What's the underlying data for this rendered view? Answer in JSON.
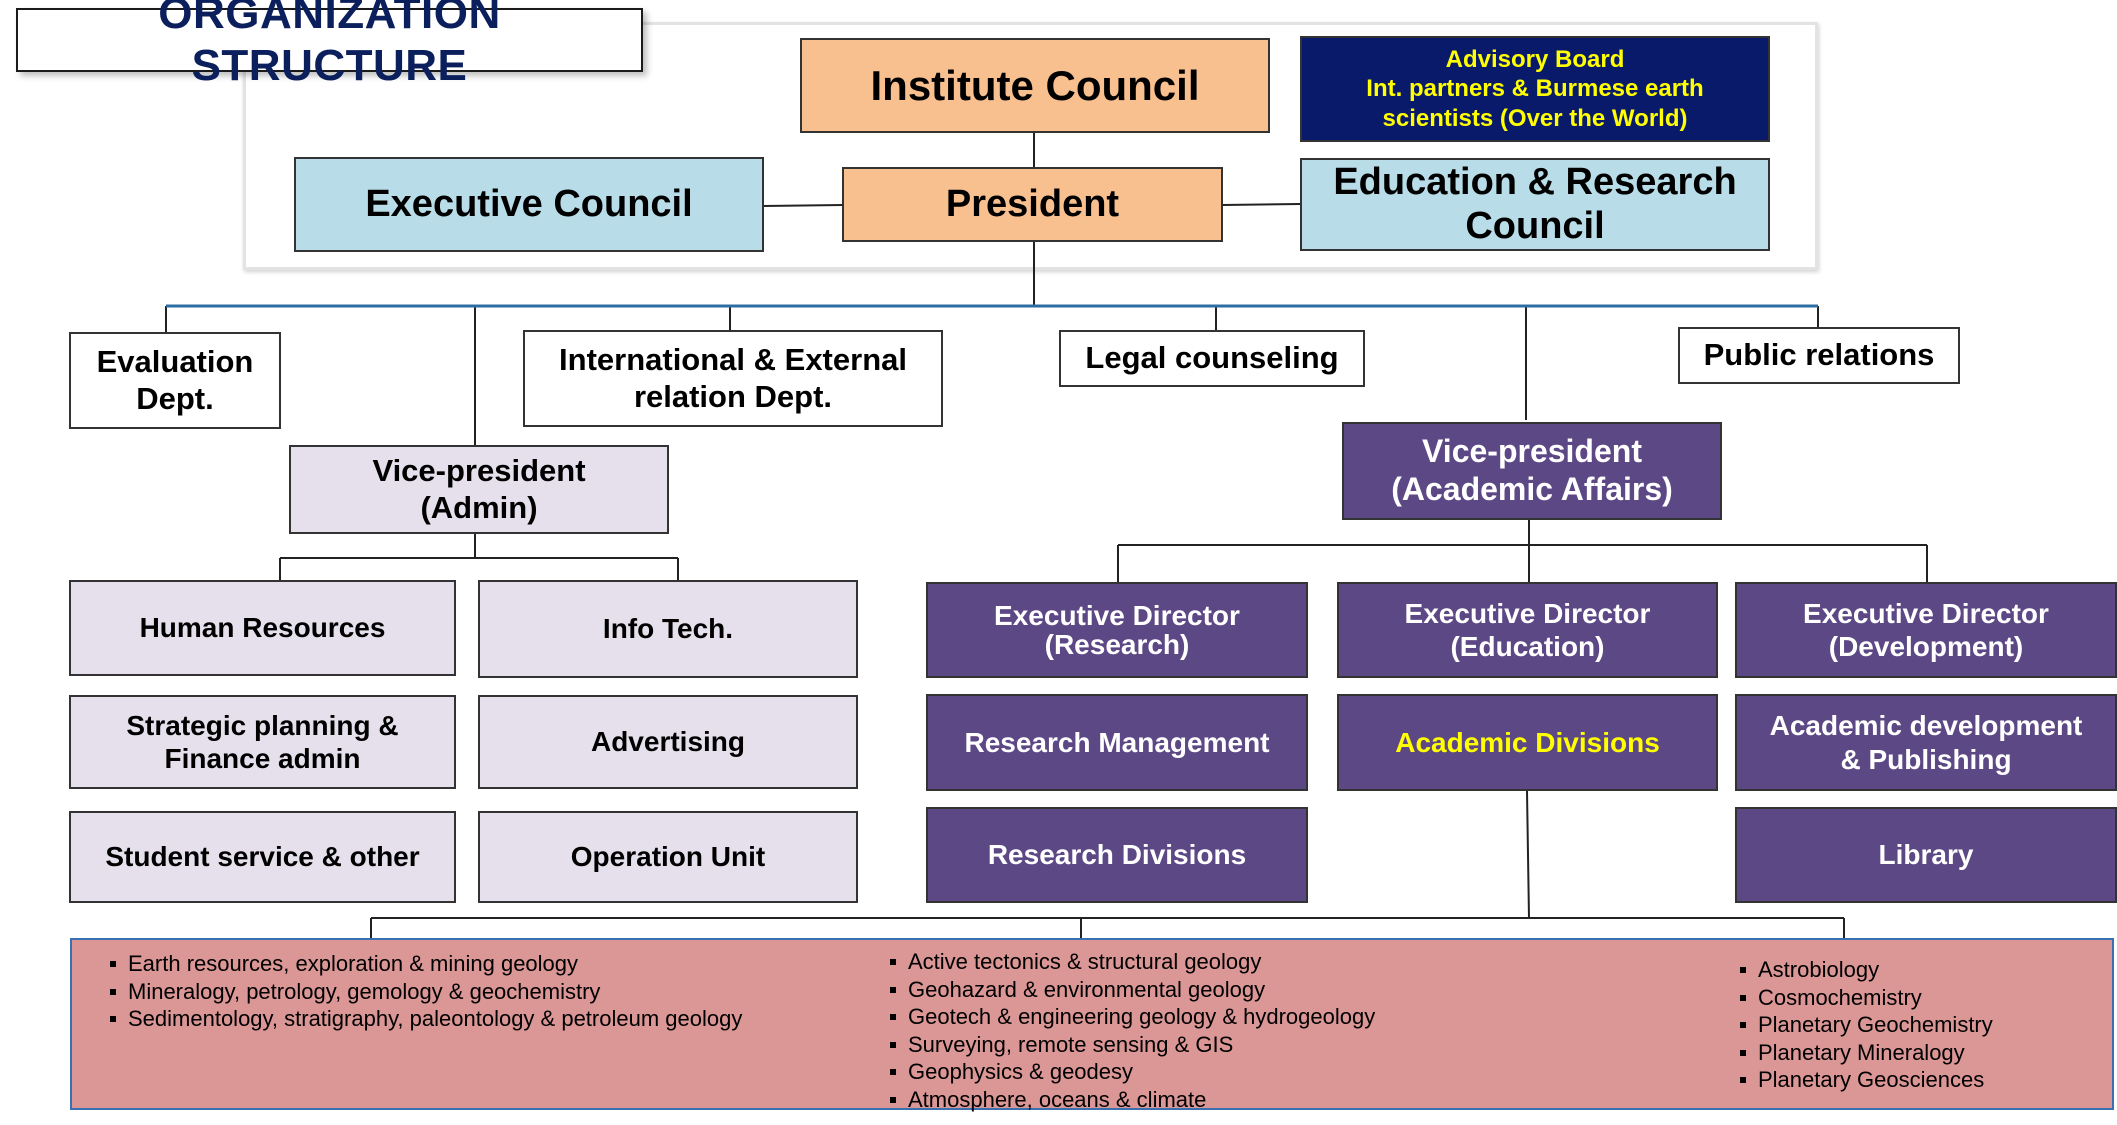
{
  "title": "ORGANIZATION STRUCTURE",
  "top": {
    "institute_council": "Institute Council",
    "advisory_board": "Advisory Board\nInt. partners & Burmese earth\nscientists (Over the World)",
    "executive_council": "Executive Council",
    "president": "President",
    "education_research_council": "Education & Research\nCouncil"
  },
  "departments": {
    "evaluation": "Evaluation\nDept.",
    "international": "International  & External\nrelation Dept.",
    "legal": "Legal counseling",
    "public_relations": "Public relations"
  },
  "vp_admin": {
    "title": "Vice-president\n(Admin)",
    "units": {
      "human_resources": "Human Resources",
      "info_tech": "Info Tech.",
      "strategic_planning": "Strategic planning &\nFinance admin",
      "advertising": "Advertising",
      "student_service": "Student service & other",
      "operation_unit": "Operation Unit"
    }
  },
  "vp_academic": {
    "title": "Vice-president\n(Academic  Affairs)",
    "exec_research": "Executive Director\n(Research)",
    "exec_education": "Executive Director\n(Education)",
    "exec_development": "Executive Director\n(Development)",
    "research_management": "Research Management",
    "academic_divisions": "Academic Divisions",
    "academic_development": "Academic development\n& Publishing",
    "research_divisions": "Research Divisions",
    "library": "Library"
  },
  "fields": {
    "group1": [
      "Earth resources, exploration & mining  geology",
      "Mineralogy,  petrology,  gemology & geochemistry",
      "Sedimentology,  stratigraphy,  paleontology  & petroleum  geology"
    ],
    "group2": [
      "Active tectonics & structural geology",
      "Geohazard & environmental geology",
      "Geotech & engineering  geology & hydrogeology",
      "Surveying,  remote sensing & GIS",
      "Geophysics & geodesy",
      "Atmosphere, oceans & climate"
    ],
    "group3": [
      "Astrobiology",
      "Cosmochemistry",
      "Planetary Geochemistry",
      "Planetary Mineralogy",
      "Planetary Geosciences"
    ]
  },
  "colors": {
    "title_text": "#0a1f5c",
    "peach": "#f8bf8f",
    "light_blue": "#b9dde8",
    "navy": "#0a1a6a",
    "lavender": "#e5e0eb",
    "purple": "#5d4886",
    "fields_bg": "#db9696",
    "connector_blue": "#2e6da4",
    "highlight_yellow": "#ffff00"
  }
}
